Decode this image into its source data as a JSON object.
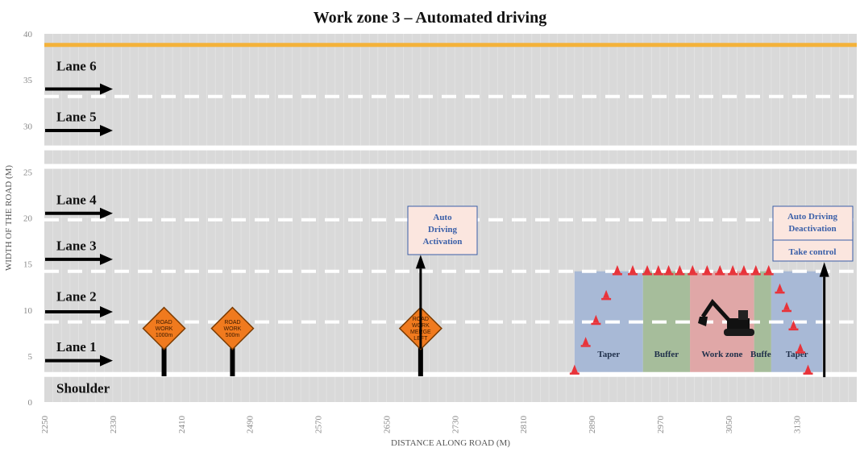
{
  "title": "Work zone 3 – Automated driving",
  "axes": {
    "xlabel": "DISTANCE ALONG ROAD (M)",
    "ylabel": "WIDTH OF THE ROAD (M)",
    "x_ticks": [
      "2250",
      "2330",
      "2410",
      "2490",
      "2570",
      "2650",
      "2730",
      "2810",
      "2890",
      "2970",
      "3050",
      "3130"
    ],
    "y_ticks": [
      "0",
      "5",
      "10",
      "15",
      "20",
      "25",
      "30",
      "35",
      "40"
    ]
  },
  "lanes": [
    {
      "label": "Lane 6",
      "y": 36
    },
    {
      "label": "Lane 5",
      "y": 30.5
    },
    {
      "label": "Lane 4",
      "y": 21.5
    },
    {
      "label": "Lane 3",
      "y": 16.5
    },
    {
      "label": "Lane 2",
      "y": 11
    },
    {
      "label": "Lane 1",
      "y": 5.5
    },
    {
      "label": "Shoulder",
      "y": 1
    }
  ],
  "lane_arrow_y": [
    34,
    29.5,
    20.5,
    15.5,
    9.8,
    4.5
  ],
  "dashed_lines_y": [
    33.2,
    19.8,
    14.2,
    8.7
  ],
  "solid_lines_y": [
    27.6,
    25.6,
    3.0
  ],
  "top_line": {
    "y": 38.8,
    "color": "#f4b23a"
  },
  "zones": [
    {
      "label": "Taper",
      "x0": 2870,
      "x1": 2950,
      "color": "#a8b9d6"
    },
    {
      "label": "Buffer",
      "x0": 2950,
      "x1": 3005,
      "color": "#a6bd9b"
    },
    {
      "label": "Work zone",
      "x0": 3005,
      "x1": 3080,
      "color": "#e0a7a7"
    },
    {
      "label": "Buffer",
      "x0": 3080,
      "x1": 3100,
      "color": "#a6bd9b"
    },
    {
      "label": "Taper",
      "x0": 3100,
      "x1": 3160,
      "color": "#a8b9d6"
    }
  ],
  "signs": [
    {
      "lines": [
        "ROAD",
        "WORK",
        "1000m"
      ],
      "x": 2390
    },
    {
      "lines": [
        "ROAD",
        "WORK",
        "500m"
      ],
      "x": 2470
    },
    {
      "lines": [
        "ROAD",
        "WORK",
        "MERGE",
        "LEFT"
      ],
      "x": 2690
    }
  ],
  "info_boxes": [
    {
      "lines": [
        "Auto",
        "Driving",
        "Activation"
      ],
      "arrow_x": 2690
    },
    {
      "lines": [
        "Auto Driving",
        "Deactivation"
      ],
      "sub": "Take control",
      "arrow_x": 3162
    }
  ],
  "cones": [
    [
      2870,
      3.2
    ],
    [
      2883,
      6.2
    ],
    [
      2895,
      8.6
    ],
    [
      2907,
      11.3
    ],
    [
      2920,
      14.0
    ],
    [
      2938,
      14.0
    ],
    [
      2955,
      14.0
    ],
    [
      2968,
      14.0
    ],
    [
      2980,
      14.0
    ],
    [
      2993,
      14.0
    ],
    [
      3008,
      14.0
    ],
    [
      3025,
      14.0
    ],
    [
      3040,
      14.0
    ],
    [
      3055,
      14.0
    ],
    [
      3068,
      14.0
    ],
    [
      3082,
      14.0
    ],
    [
      3097,
      14.0
    ],
    [
      3110,
      12.0
    ],
    [
      3118,
      10.0
    ],
    [
      3126,
      8.0
    ],
    [
      3134,
      5.5
    ],
    [
      3143,
      3.2
    ]
  ],
  "colors": {
    "road_bg": "#d9d9d9",
    "sign_fill": "#f07a1e",
    "sign_border": "#7a3a00",
    "cone": "#e8333a",
    "box_fill": "#fbe6df",
    "box_border": "#3a5fa8"
  }
}
